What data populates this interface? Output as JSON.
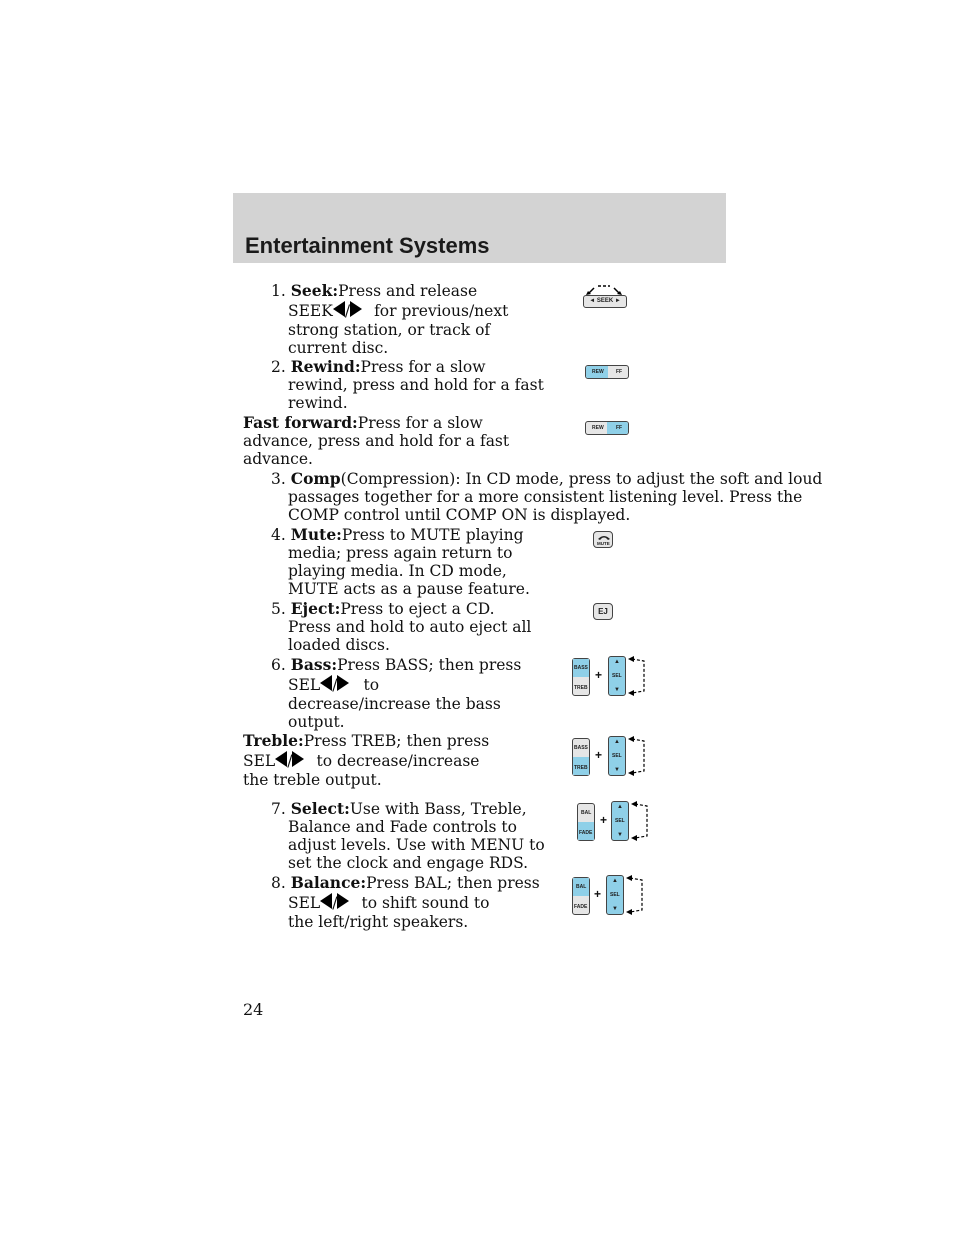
{
  "header": {
    "title": "Entertainment Systems"
  },
  "page_number": "24",
  "items": {
    "seek": {
      "num": "1.",
      "term": "Seek:",
      "l1": "Press and release",
      "l2a": "SEEK",
      "slash": "/",
      "l2b": "for previous/next",
      "l3": "strong station, or track of",
      "l4": "current disc."
    },
    "rewind": {
      "num": "2.",
      "term": "Rewind:",
      "l1": "Press for a slow",
      "l2": "rewind, press and hold for a fast",
      "l3": "rewind."
    },
    "ff": {
      "term": "Fast forward:",
      "l1": "Press for a slow",
      "l2": "advance, press and hold for a fast",
      "l3": "advance."
    },
    "comp": {
      "num": "3.",
      "term": "Comp",
      "l1": "(Compression): In CD mode, press to adjust the soft and loud",
      "l2": "passages together for a more consistent listening level. Press the",
      "l3": "COMP control until COMP ON is displayed."
    },
    "mute": {
      "num": "4.",
      "term": "Mute:",
      "l1": "Press to MUTE playing",
      "l2": "media; press again return to",
      "l3": "playing media. In CD mode,",
      "l4": "MUTE acts as a pause feature."
    },
    "eject": {
      "num": "5.",
      "term": "Eject:",
      "l1": "Press to eject a CD.",
      "l2": "Press and hold to auto eject all",
      "l3": "loaded discs."
    },
    "bass": {
      "num": "6.",
      "term": "Bass:",
      "l1": "Press BASS; then press",
      "l2a": "SEL",
      "slash": "/",
      "l2b": "to",
      "l3": "decrease/increase the bass",
      "l4": "output."
    },
    "treble": {
      "term": "Treble:",
      "l1": "Press TREB; then press",
      "l2a": "SEL",
      "slash": "/",
      "l2b": "to decrease/increase",
      "l3": "the treble output."
    },
    "select": {
      "num": "7.",
      "term": "Select:",
      "l1": "Use with Bass, Treble,",
      "l2": "Balance and Fade controls to",
      "l3": "adjust levels. Use with MENU to",
      "l4": "set the clock and engage RDS."
    },
    "balance": {
      "num": "8.",
      "term": "Balance:",
      "l1": "Press BAL; then press",
      "l2a": "SEL",
      "slash": "/",
      "l2b": "to shift sound to",
      "l3": "the left/right speakers."
    }
  },
  "buttons": {
    "seek": "◄ SEEK ►",
    "rew": "REW",
    "ff": "FF",
    "mute": "MUTE",
    "ej": "EJ",
    "bass": "BASS",
    "treb": "TREB",
    "sel": "SEL",
    "bal": "BAL",
    "fade": "FADE",
    "plus": "+",
    "up": "▲",
    "down": "▼"
  },
  "colors": {
    "header_bg": "#d3d3d3",
    "highlight": "#8fd0e8"
  }
}
